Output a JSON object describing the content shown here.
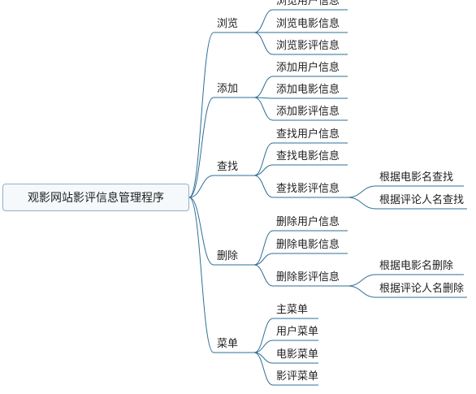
{
  "root": {
    "label": "观影网站影评信息管理程序"
  },
  "branches": [
    {
      "label": "浏览",
      "children": [
        {
          "label": "浏览用户信息"
        },
        {
          "label": "浏览电影信息"
        },
        {
          "label": "浏览影评信息"
        }
      ]
    },
    {
      "label": "添加",
      "children": [
        {
          "label": "添加用户信息"
        },
        {
          "label": "添加电影信息"
        },
        {
          "label": "添加影评信息"
        }
      ]
    },
    {
      "label": "查找",
      "children": [
        {
          "label": "查找用户信息"
        },
        {
          "label": "查找电影信息"
        },
        {
          "label": "查找影评信息",
          "children": [
            {
              "label": "根据电影名查找"
            },
            {
              "label": "根据评论人名查找"
            }
          ]
        }
      ]
    },
    {
      "label": "删除",
      "children": [
        {
          "label": "删除用户信息"
        },
        {
          "label": "删除电影信息"
        },
        {
          "label": "删除影评信息",
          "children": [
            {
              "label": "根据电影名删除"
            },
            {
              "label": "根据评论人名删除"
            }
          ]
        }
      ]
    },
    {
      "label": "菜单",
      "children": [
        {
          "label": "主菜单"
        },
        {
          "label": "用户菜单"
        },
        {
          "label": "电影菜单"
        },
        {
          "label": "影评菜单"
        }
      ]
    }
  ]
}
